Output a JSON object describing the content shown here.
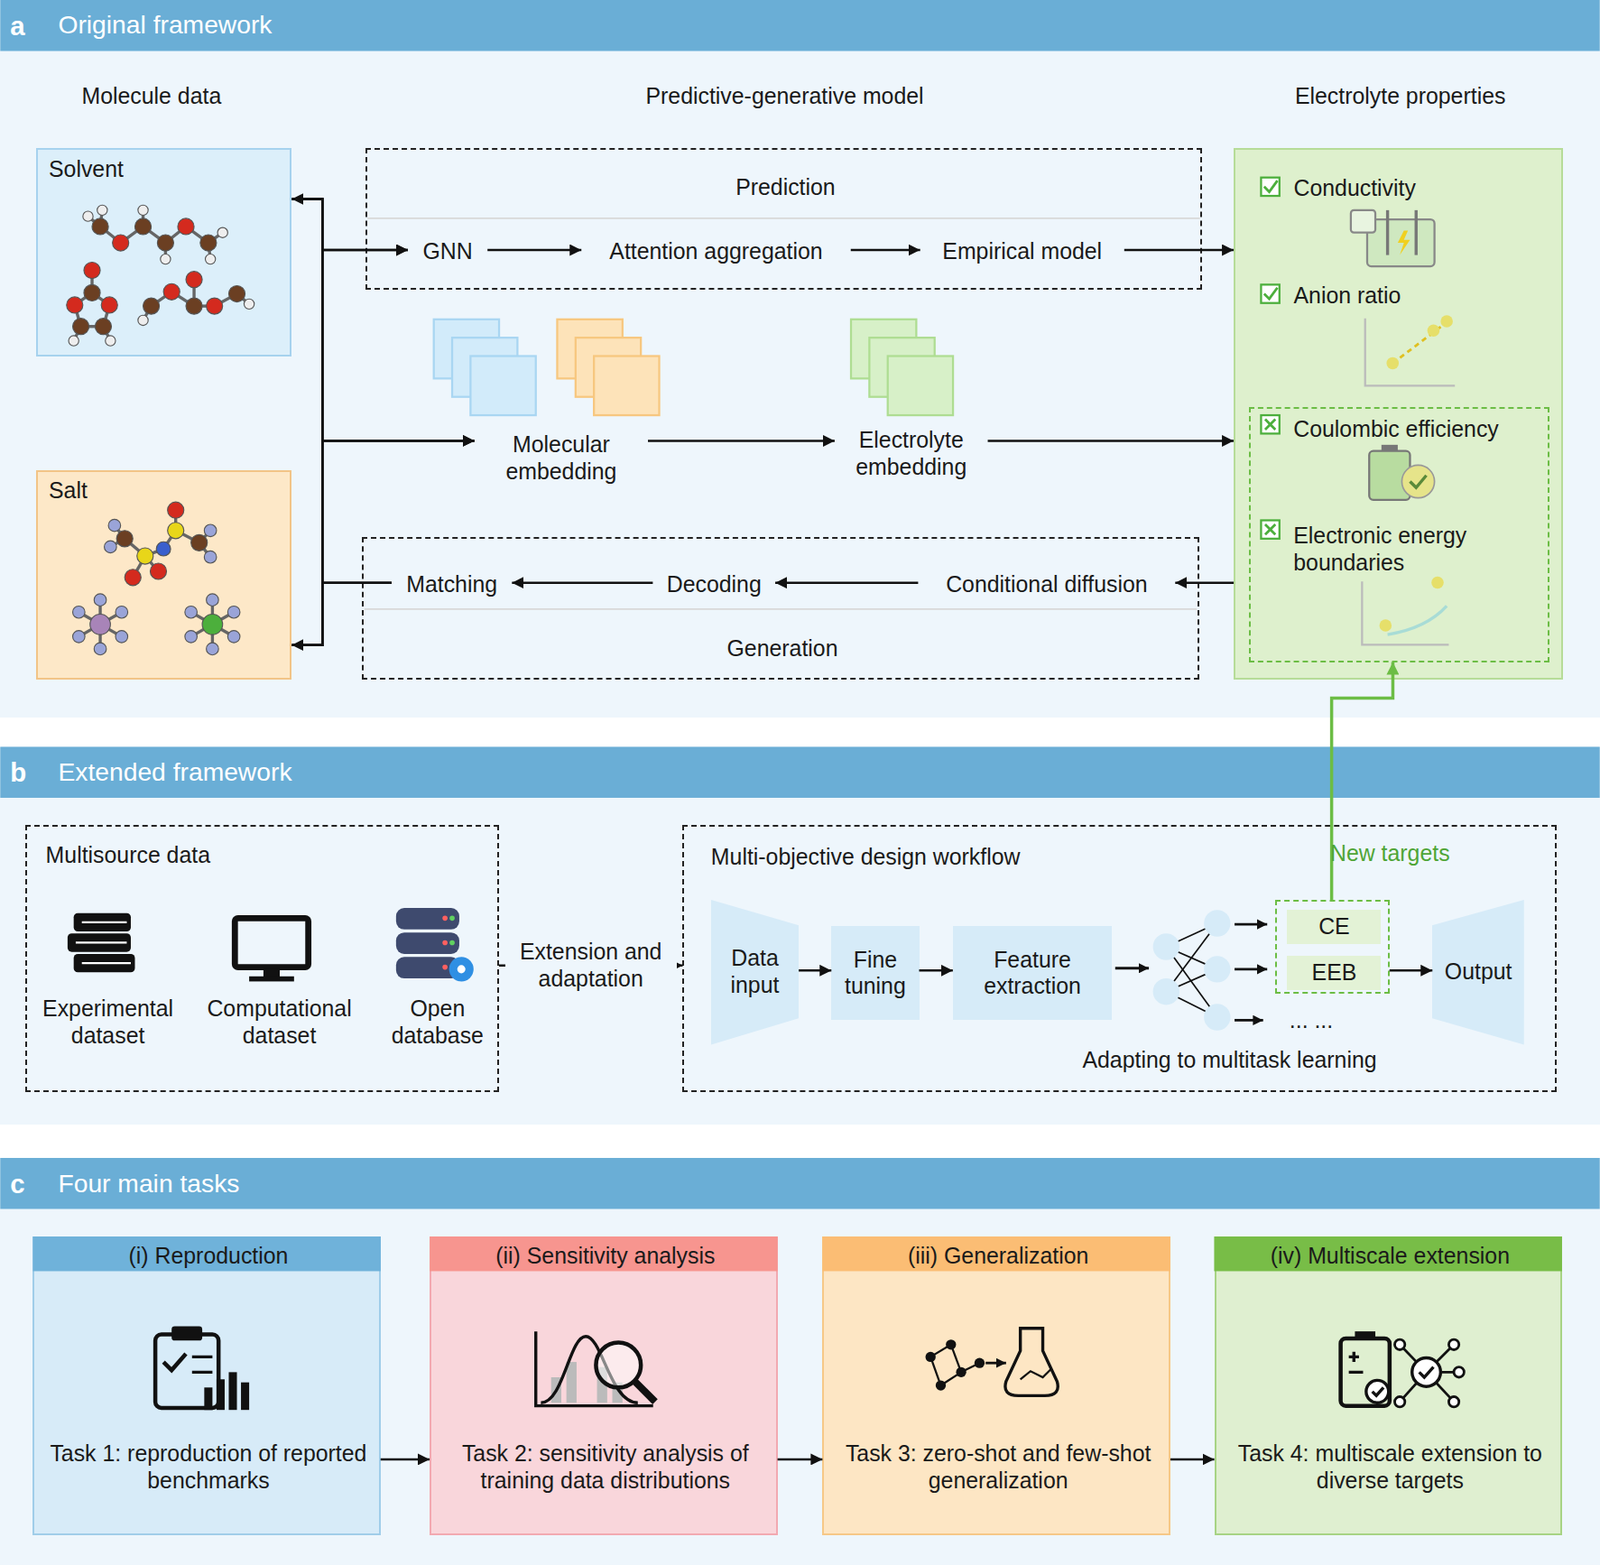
{
  "diagram": {
    "nodes": [
      {
        "text": [
          "a",
          "Original framework"
        ]
      },
      {
        "text": [
          "Solvent"
        ],
        "in": 0
      },
      {
        "text": [
          "Salt"
        ],
        "in": 0
      },
      {
        "text": [
          "Prediction"
        ],
        "in": 0
      },
      {
        "text": [
          "GNN"
        ],
        "in": 3
      },
      {
        "text": [
          "Attention aggregation"
        ],
        "in": 3
      },
      {
        "text": [
          "Empirical model"
        ],
        "in": 3
      },
      {
        "text": [
          "Molecular embedding"
        ],
        "in": 0
      },
      {
        "text": [
          "Electrolyte embedding"
        ],
        "in": 0
      },
      {
        "text": [
          "Generation"
        ],
        "in": 0
      },
      {
        "text": [
          "Matching"
        ],
        "in": 9
      },
      {
        "text": [
          "Decoding"
        ],
        "in": 9
      },
      {
        "text": [
          "Conditional diffusion"
        ],
        "in": 9
      },
      {
        "text": [
          "Electrolyte properties"
        ],
        "in": 0
      },
      {
        "text": [
          "Conductivity"
        ],
        "in": 13
      },
      {
        "text": [
          "Anion ratio"
        ],
        "in": 13
      },
      {
        "text": [
          "Coulombic efficiency",
          "Electronic energy boundaries"
        ],
        "in": 13
      },
      {
        "text": [
          "b",
          "Extended framework"
        ]
      },
      {
        "text": [
          "Multisource data"
        ],
        "in": 17
      },
      {
        "text": [
          "Experimental dataset"
        ],
        "in": 18
      },
      {
        "text": [
          "Computational dataset"
        ],
        "in": 18
      },
      {
        "text": [
          "Open database"
        ],
        "in": 18
      },
      {
        "text": [
          "Multi-objective design workflow"
        ],
        "in": 17
      },
      {
        "text": [
          "Data input"
        ],
        "in": 22
      },
      {
        "text": [
          "Fine tuning"
        ],
        "in": 22
      },
      {
        "text": [
          "Feature extraction"
        ],
        "in": 22
      },
      {
        "text": [
          "New targets"
        ],
        "in": 22
      },
      {
        "text": [
          "CE"
        ],
        "in": 26
      },
      {
        "text": [
          "EEB"
        ],
        "in": 26
      },
      {
        "text": [
          "Output"
        ],
        "in": 22
      },
      {
        "text": [
          "c",
          "Four main tasks"
        ]
      },
      {
        "text": [
          "(i) Reproduction",
          "Task 1: reproduction of reported benchmarks"
        ],
        "in": 30
      },
      {
        "text": [
          "(ii) Sensitivity analysis",
          "Task 2: sensitivity analysis of training data distributions"
        ],
        "in": 30
      },
      {
        "text": [
          "(iii) Generalization",
          "Task 3: zero-shot and few-shot generalization"
        ],
        "in": 30
      },
      {
        "text": [
          "(iv) Multiscale extension",
          "Task 4: multiscale extension to diverse targets"
        ],
        "in": 30
      }
    ],
    "edges": [
      {
        "from": 1,
        "to": 4,
        "arrow": "to"
      },
      {
        "from": 2,
        "to": 4,
        "arrow": "to"
      },
      {
        "from": 1,
        "to": 7,
        "arrow": "to"
      },
      {
        "from": 2,
        "to": 7,
        "arrow": "to"
      },
      {
        "from": 4,
        "to": 5,
        "arrow": "to"
      },
      {
        "from": 5,
        "to": 6,
        "arrow": "to"
      },
      {
        "from": 6,
        "to": 13,
        "arrow": "to"
      },
      {
        "from": 7,
        "to": 8,
        "arrow": "to"
      },
      {
        "from": 8,
        "to": 13,
        "arrow": "to"
      },
      {
        "from": 13,
        "to": 12,
        "arrow": "to"
      },
      {
        "from": 12,
        "to": 11,
        "arrow": "to"
      },
      {
        "from": 11,
        "to": 10,
        "arrow": "to"
      },
      {
        "from": 10,
        "to": 1,
        "arrow": "to"
      },
      {
        "from": 10,
        "to": 2,
        "arrow": "to"
      },
      {
        "from": 18,
        "to": 22,
        "label": "Extension and adaptation",
        "arrow": "to"
      },
      {
        "from": 23,
        "to": 24,
        "arrow": "to"
      },
      {
        "from": 24,
        "to": 25,
        "arrow": "to"
      },
      {
        "from": 26,
        "to": 29,
        "arrow": "to"
      },
      {
        "from": 26,
        "to": 16,
        "arrow": "to"
      },
      {
        "from": 31,
        "to": 32,
        "arrow": "to"
      },
      {
        "from": 32,
        "to": 33,
        "arrow": "to"
      },
      {
        "from": 33,
        "to": 34,
        "arrow": "to"
      }
    ],
    "labels": [
      "Molecule data",
      "Predictive-generative model",
      "... ...",
      "Adapting to multitask learning"
    ]
  }
}
